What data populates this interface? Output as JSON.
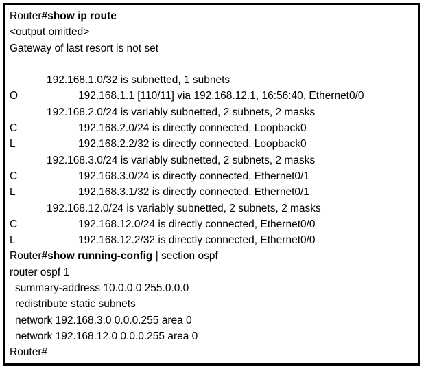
{
  "colors": {
    "background": "#ffffff",
    "border": "#000000",
    "text": "#000000"
  },
  "terminal": {
    "prompt": "Router#",
    "lines": [
      {
        "level": "base",
        "parts": [
          {
            "text": "Router",
            "bold": false
          },
          {
            "text": "#show ip route",
            "bold": true
          }
        ]
      },
      {
        "level": "base",
        "parts": [
          {
            "text": "<output omitted>",
            "bold": false
          }
        ]
      },
      {
        "level": "base",
        "parts": [
          {
            "text": "Gateway of last resort is not set",
            "bold": false
          }
        ]
      },
      {
        "level": "base",
        "blank": true,
        "parts": []
      },
      {
        "level": "summary",
        "parts": [
          {
            "text": "192.168.1.0/32 is subnetted, 1 subnets",
            "bold": false
          }
        ]
      },
      {
        "level": "detail",
        "code": "O",
        "parts": [
          {
            "text": "192.168.1.1 [110/11] via 192.168.12.1, 16:56:40, Ethernet0/0",
            "bold": false
          }
        ]
      },
      {
        "level": "summary",
        "parts": [
          {
            "text": "192.168.2.0/24 is variably subnetted, 2 subnets, 2 masks",
            "bold": false
          }
        ]
      },
      {
        "level": "detail",
        "code": "C",
        "parts": [
          {
            "text": "192.168.2.0/24 is directly connected, Loopback0",
            "bold": false
          }
        ]
      },
      {
        "level": "detail",
        "code": "L",
        "parts": [
          {
            "text": "192.168.2.2/32 is directly connected, Loopback0",
            "bold": false
          }
        ]
      },
      {
        "level": "summary",
        "parts": [
          {
            "text": "192.168.3.0/24 is variably subnetted, 2 subnets, 2 masks",
            "bold": false
          }
        ]
      },
      {
        "level": "detail",
        "code": "C",
        "parts": [
          {
            "text": "192.168.3.0/24 is directly connected, Ethernet0/1",
            "bold": false
          }
        ]
      },
      {
        "level": "detail",
        "code": "L",
        "parts": [
          {
            "text": "192.168.3.1/32 is directly connected, Ethernet0/1",
            "bold": false
          }
        ]
      },
      {
        "level": "summary",
        "parts": [
          {
            "text": "192.168.12.0/24 is variably subnetted, 2 subnets, 2 masks",
            "bold": false
          }
        ]
      },
      {
        "level": "detail",
        "code": "C",
        "parts": [
          {
            "text": "192.168.12.0/24 is directly connected, Ethernet0/0",
            "bold": false
          }
        ]
      },
      {
        "level": "detail",
        "code": "L",
        "parts": [
          {
            "text": "192.168.12.2/32 is directly connected, Ethernet0/0",
            "bold": false
          }
        ]
      },
      {
        "level": "base",
        "parts": [
          {
            "text": "Router",
            "bold": false
          },
          {
            "text": "#show running-config",
            "bold": true
          },
          {
            "text": " | section ospf",
            "bold": false
          }
        ]
      },
      {
        "level": "base",
        "parts": [
          {
            "text": "router ospf 1",
            "bold": false
          }
        ]
      },
      {
        "level": "config",
        "parts": [
          {
            "text": "summary-address 10.0.0.0 255.0.0.0",
            "bold": false
          }
        ]
      },
      {
        "level": "config",
        "parts": [
          {
            "text": "redistribute static subnets",
            "bold": false
          }
        ]
      },
      {
        "level": "config",
        "parts": [
          {
            "text": "network 192.168.3.0 0.0.0.255 area 0",
            "bold": false
          }
        ]
      },
      {
        "level": "config",
        "parts": [
          {
            "text": "network 192.168.12.0 0.0.0.255 area 0",
            "bold": false
          }
        ]
      },
      {
        "level": "base",
        "parts": [
          {
            "text": "Router#",
            "bold": false
          }
        ]
      }
    ]
  }
}
